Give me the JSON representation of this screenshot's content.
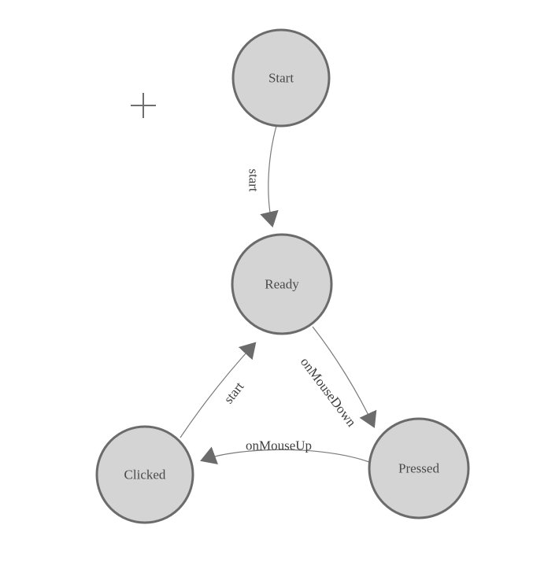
{
  "diagram": {
    "type": "state-diagram",
    "colors": {
      "background": "#ffffff",
      "node_fill": "#d4d4d4",
      "node_stroke": "#6b6b6b",
      "node_text": "#4a4a4a",
      "edge_line": "#7a7a7a",
      "edge_text": "#3f3f3f",
      "arrow_fill": "#6b6b6b",
      "crosshair": "#6e6e6e"
    },
    "nodes": [
      {
        "id": "start",
        "label": "Start"
      },
      {
        "id": "ready",
        "label": "Ready"
      },
      {
        "id": "clicked",
        "label": "Clicked"
      },
      {
        "id": "pressed",
        "label": "Pressed"
      }
    ],
    "edges": [
      {
        "id": "start-to-ready",
        "from": "Start",
        "to": "Ready",
        "label": "start"
      },
      {
        "id": "clicked-to-ready",
        "from": "Clicked",
        "to": "Ready",
        "label": "start"
      },
      {
        "id": "ready-to-pressed",
        "from": "Ready",
        "to": "Pressed",
        "label": "onMouseDown"
      },
      {
        "id": "pressed-to-clicked",
        "from": "Pressed",
        "to": "Clicked",
        "label": "onMouseUp"
      }
    ],
    "cursor": {
      "type": "plus-crosshair"
    }
  }
}
